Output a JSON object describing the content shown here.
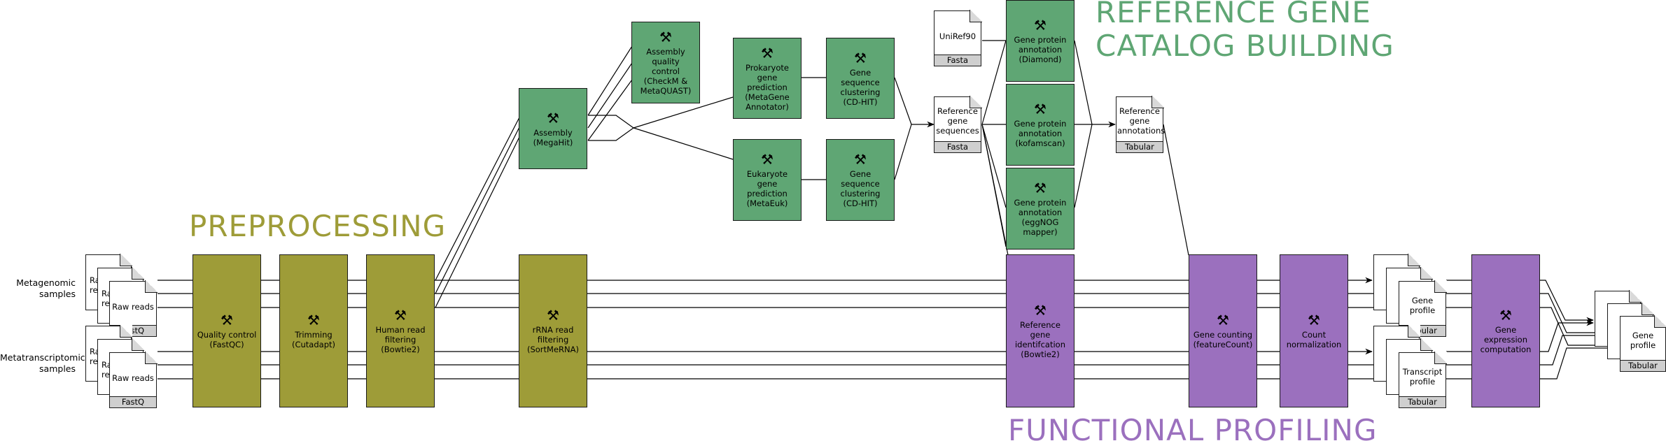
{
  "sections": {
    "preprocessing": "PREPROCESSING",
    "catalog_line1": "REFERENCE GENE",
    "catalog_line2": "CATALOG BUILDING",
    "functional": "FUNCTIONAL PROFILING"
  },
  "colors": {
    "preprocessing": "#9e9c38",
    "catalog": "#5fa674",
    "functional": "#9b70be"
  },
  "samples": {
    "metagenomic": "Metagenomic samples",
    "metatranscriptomic": "Metatranscriptomic samples"
  },
  "inputs": {
    "raw_reads_back": "Raw reads",
    "raw_reads": "Raw reads",
    "fastq": "FastQ"
  },
  "icons": {
    "tool": "tool-icon",
    "document": "document-icon"
  },
  "steps": {
    "qc": {
      "icon": "⚒",
      "l1": "Quality control",
      "l2": "(FastQC)"
    },
    "trim": {
      "icon": "⚒",
      "l1": "Trimming",
      "l2": "(Cutadapt)"
    },
    "human": {
      "icon": "⚒",
      "l1": "Human read",
      "l2": "filtering",
      "l3": "(Bowtie2)"
    },
    "rrna": {
      "icon": "⚒",
      "l1": "rRNA read",
      "l2": "filtering",
      "l3": "(SortMeRNA)"
    },
    "assembly": {
      "icon": "⚒",
      "l1": "Assembly",
      "l2": "(MegaHit)"
    },
    "assembly_qc": {
      "icon": "⚒",
      "l1": "Assembly",
      "l2": "quality",
      "l3": "control",
      "l4": "(CheckM &",
      "l5": "MetaQUAST)"
    },
    "prok": {
      "icon": "⚒",
      "l1": "Prokaryote",
      "l2": "gene",
      "l3": "prediction",
      "l4": "(MetaGene",
      "l5": "Annotator)"
    },
    "euk": {
      "icon": "⚒",
      "l1": "Eukaryote",
      "l2": "gene",
      "l3": "prediction",
      "l4": "(MetaEuk)"
    },
    "clust1": {
      "icon": "⚒",
      "l1": "Gene",
      "l2": "sequence",
      "l3": "clustering",
      "l4": "(CD-HIT)"
    },
    "clust2": {
      "icon": "⚒",
      "l1": "Gene",
      "l2": "sequence",
      "l3": "clustering",
      "l4": "(CD-HIT)"
    },
    "diamond": {
      "icon": "⚒",
      "l1": "Gene protein",
      "l2": "annotation",
      "l3": "(Diamond)"
    },
    "kofam": {
      "icon": "⚒",
      "l1": "Gene protein",
      "l2": "annotation",
      "l3": "(kofamscan)"
    },
    "eggnog": {
      "icon": "⚒",
      "l1": "Gene protein",
      "l2": "annotation",
      "l3": "(eggNOG",
      "l4": "mapper)"
    },
    "refident": {
      "icon": "⚒",
      "l1": "Reference",
      "l2": "gene",
      "l3": "identifcation",
      "l4": "(Bowtie2)"
    },
    "counting": {
      "icon": "⚒",
      "l1": "Gene counting",
      "l2": "(featureCount)"
    },
    "countnorm": {
      "icon": "⚒",
      "l1": "Count",
      "l2": "normalization"
    },
    "expr": {
      "icon": "⚒",
      "l1": "Gene",
      "l2": "expression",
      "l3": "computation"
    }
  },
  "files": {
    "uniref": {
      "l1": "UniRef90",
      "tag": "Fasta"
    },
    "refseq": {
      "l1": "Reference",
      "l2": "gene",
      "l3": "sequences",
      "tag": "Fasta"
    },
    "refannot": {
      "l1": "Reference",
      "l2": "gene",
      "l3": "annotations",
      "tag": "Tabular"
    },
    "gene_profile": {
      "l1": "Gene",
      "l2": "profile",
      "tag": "Tabular"
    },
    "transcript_profile": {
      "l1": "Transcript",
      "l2": "profile",
      "tag": "Tabular"
    },
    "final_profile": {
      "l1": "Gene",
      "l2": "profile",
      "tag": "Tabular"
    }
  }
}
